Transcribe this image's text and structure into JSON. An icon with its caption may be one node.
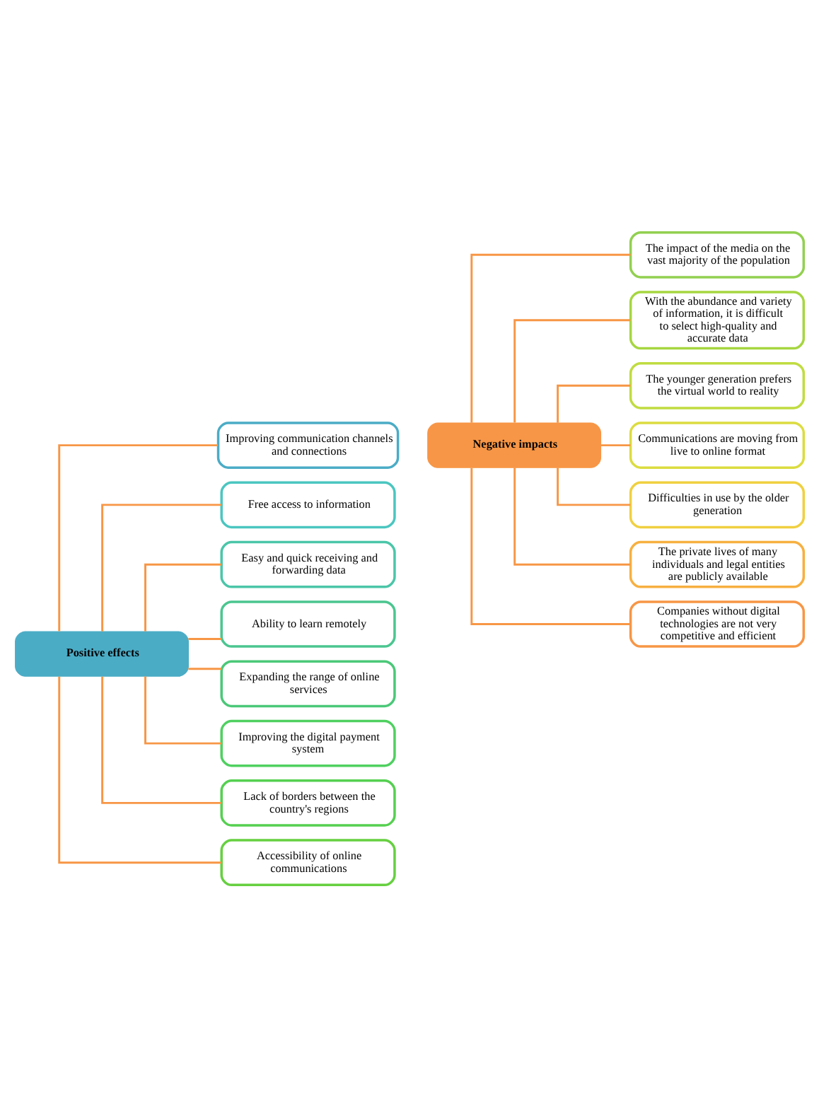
{
  "diagram": {
    "nodes": [
      {
        "text": [
          "Positive effects"
        ]
      },
      {
        "text": [
          "Improving communication channels and connections"
        ]
      },
      {
        "text": [
          "Free access to information"
        ]
      },
      {
        "text": [
          "Easy and quick receiving and forwarding data"
        ]
      },
      {
        "text": [
          "Ability to learn remotely"
        ]
      },
      {
        "text": [
          "Expanding the range of online services"
        ]
      },
      {
        "text": [
          "Improving the digital payment system"
        ]
      },
      {
        "text": [
          "Lack of borders between the country's regions"
        ]
      },
      {
        "text": [
          "Accessibility of online communications"
        ]
      },
      {
        "text": [
          "Negative impacts"
        ]
      },
      {
        "text": [
          "The impact of the media on the vast majority of the population"
        ]
      },
      {
        "text": [
          "With the abundance and variety of information, it is difficult to select high-quality and accurate data"
        ]
      },
      {
        "text": [
          "The younger generation prefers the virtual world to reality"
        ]
      },
      {
        "text": [
          "Communications are moving from live to online format"
        ]
      },
      {
        "text": [
          "Difficulties in use by the older generation"
        ]
      },
      {
        "text": [
          "The private lives of many individuals and legal entities are publicly available"
        ]
      },
      {
        "text": [
          "Companies without digital technologies are not very competitive and efficient"
        ]
      }
    ],
    "edges": [
      {
        "from": 0,
        "to": 1,
        "arrow": "none"
      },
      {
        "from": 0,
        "to": 2,
        "arrow": "none"
      },
      {
        "from": 0,
        "to": 3,
        "arrow": "none"
      },
      {
        "from": 0,
        "to": 4,
        "arrow": "none"
      },
      {
        "from": 0,
        "to": 5,
        "arrow": "none"
      },
      {
        "from": 0,
        "to": 6,
        "arrow": "none"
      },
      {
        "from": 0,
        "to": 7,
        "arrow": "none"
      },
      {
        "from": 0,
        "to": 8,
        "arrow": "none"
      },
      {
        "from": 9,
        "to": 10,
        "arrow": "none"
      },
      {
        "from": 9,
        "to": 11,
        "arrow": "none"
      },
      {
        "from": 9,
        "to": 12,
        "arrow": "none"
      },
      {
        "from": 9,
        "to": 13,
        "arrow": "none"
      },
      {
        "from": 9,
        "to": 14,
        "arrow": "none"
      },
      {
        "from": 9,
        "to": 15,
        "arrow": "none"
      },
      {
        "from": 9,
        "to": 16,
        "arrow": "none"
      }
    ]
  }
}
